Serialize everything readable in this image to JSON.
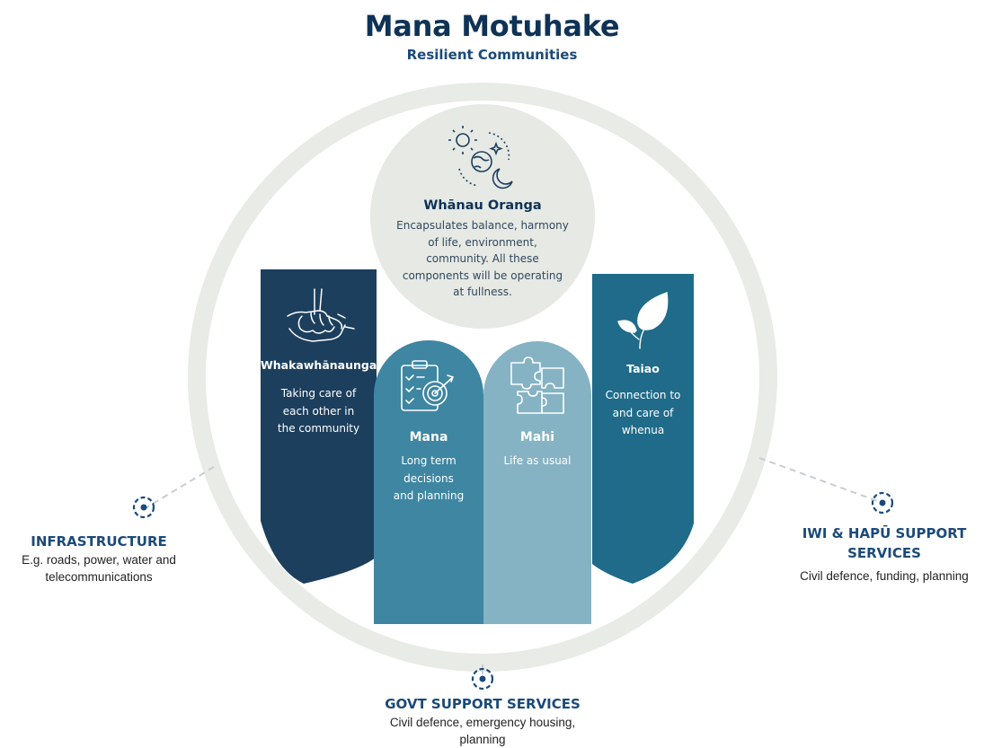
{
  "header": {
    "title": "Mana Motuhake",
    "subtitle": "Resilient Communities"
  },
  "center": {
    "title": "Whānau Oranga",
    "description": "Encapsulates balance, harmony of life, environment, community. All these components will be operating at fullness.",
    "icon": "sun-moon-globe-icon"
  },
  "pillars": [
    {
      "title": "Whakawhānaunga",
      "description": "Taking care of each other in the community",
      "icon": "hands-icon",
      "color": "#1c3f5d"
    },
    {
      "title": "Mana",
      "description": "Long term decisions and planning",
      "icon": "clipboard-target-icon",
      "color": "#3e86a2"
    },
    {
      "title": "Mahi",
      "description": "Life as usual",
      "icon": "puzzle-icon",
      "color": "#85b3c3"
    },
    {
      "title": "Taiao",
      "description": "Connection to and care of whenua",
      "icon": "leaf-icon",
      "color": "#1f6b89"
    }
  ],
  "outer": [
    {
      "title": "INFRASTRUCTURE",
      "description": "E.g. roads, power, water and telecommunications"
    },
    {
      "title": "GOVT SUPPORT SERVICES",
      "description": "Civil defence, emergency housing, planning"
    },
    {
      "title": "IWI & HAPŪ SUPPORT SERVICES",
      "description": "Civil defence, funding, planning"
    }
  ],
  "colors": {
    "ring": "#e8ebe6",
    "center_circle": "#e6e9e4",
    "dark_navy": "#0f3356",
    "connector": "#c8cdd2"
  }
}
